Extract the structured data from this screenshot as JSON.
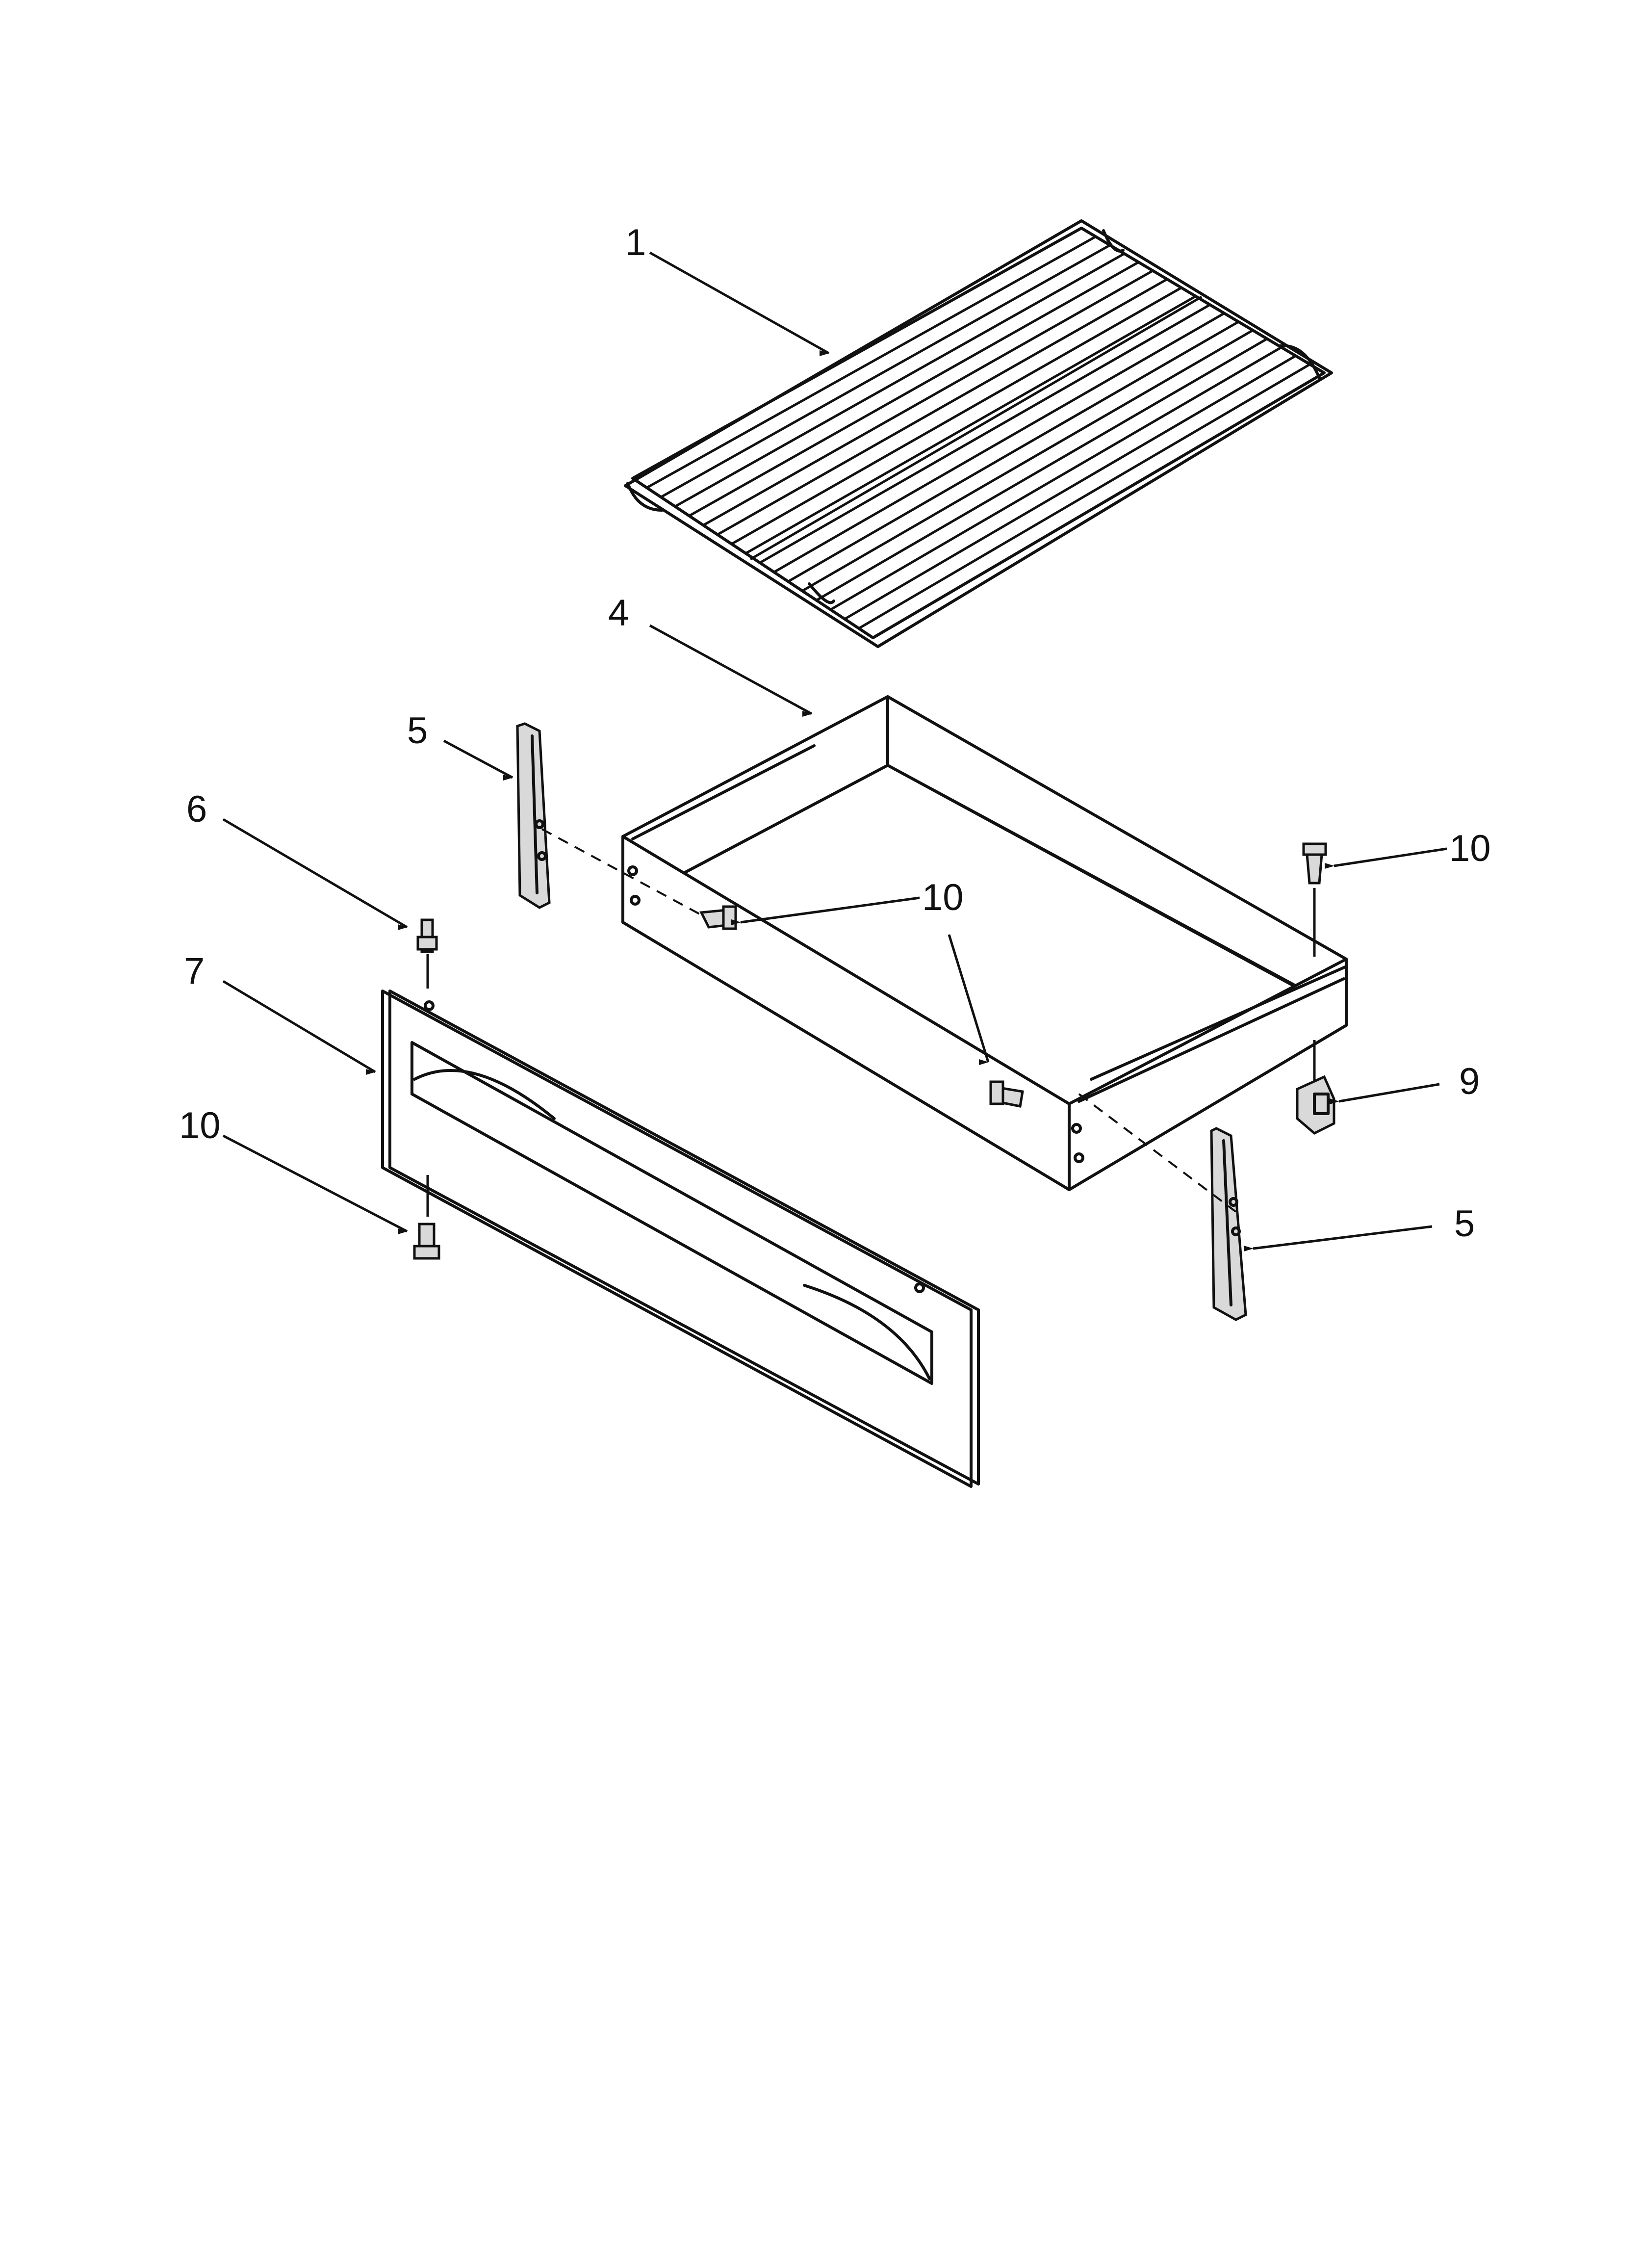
{
  "callouts": {
    "rack": "1",
    "drawer": "4",
    "slide_left": "5",
    "slide_right": "5",
    "guide_pin": "6",
    "drawer_front": "7",
    "clip": "9",
    "screw_drawer_left": "10",
    "screw_drawer_right": "10",
    "screw_top_right": "10",
    "screw_front": "10"
  }
}
